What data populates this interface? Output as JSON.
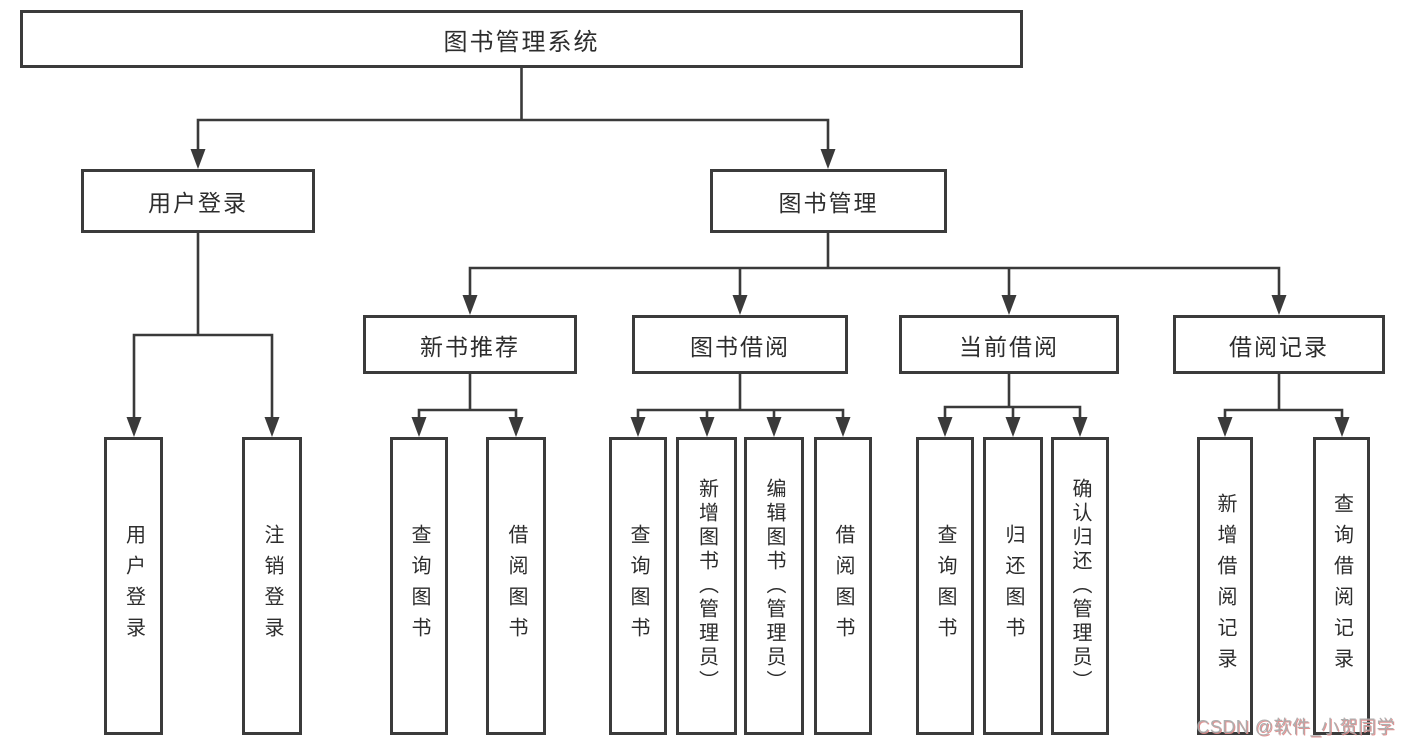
{
  "diagram_type": "function-structure-tree",
  "tree": {
    "label": "图书管理系统",
    "children": [
      {
        "label": "用户登录",
        "children": [
          {
            "label": "用户登录"
          },
          {
            "label": "注销登录"
          }
        ]
      },
      {
        "label": "图书管理",
        "children": [
          {
            "label": "新书推荐",
            "children": [
              {
                "label": "查询图书"
              },
              {
                "label": "借阅图书"
              }
            ]
          },
          {
            "label": "图书借阅",
            "children": [
              {
                "label": "查询图书"
              },
              {
                "label": "新增图书（管理员）"
              },
              {
                "label": "编辑图书（管理员）"
              },
              {
                "label": "借阅图书"
              }
            ]
          },
          {
            "label": "当前借阅",
            "children": [
              {
                "label": "查询图书"
              },
              {
                "label": "归还图书"
              },
              {
                "label": "确认归还（管理员）"
              }
            ]
          },
          {
            "label": "借阅记录",
            "children": [
              {
                "label": "新增借阅记录"
              },
              {
                "label": "查询借阅记录"
              }
            ]
          }
        ]
      }
    ]
  },
  "watermark": {
    "text": "CSDN @软件_小贺同学"
  },
  "colors": {
    "line": "#3a3a3a",
    "ink": "#2d2d2d",
    "wm": "#a8a8a8",
    "wmShadow": "#e08a8a",
    "bg": "#ffffff"
  }
}
